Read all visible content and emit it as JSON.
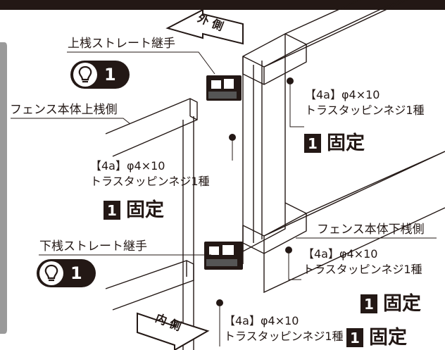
{
  "arrows": {
    "outside": "外 側",
    "inside": "内 側"
  },
  "labels": {
    "upper_joint": "上桟ストレート継手",
    "lower_joint": "下桟ストレート継手",
    "upper_rail": "フェンス本体上桟側",
    "lower_rail": "フェンス本体下桟側"
  },
  "tip_badges": [
    {
      "icon": "lightbulb-icon",
      "number": "1"
    },
    {
      "icon": "lightbulb-icon",
      "number": "1"
    }
  ],
  "screw_specs": [
    {
      "code": "【4a】φ4×10",
      "type": "トラスタッピンネジ1種",
      "fix_number": "1",
      "fix_label": "固定"
    },
    {
      "code": "【4a】φ4×10",
      "type": "トラスタッピンネジ1種",
      "fix_number": "1",
      "fix_label": "固定"
    },
    {
      "code": "【4a】φ4×10",
      "type": "トラスタッピンネジ1種",
      "fix_number": "1",
      "fix_label": "固定"
    },
    {
      "code": "【4a】φ4×10",
      "type": "トラスタッピンネジ1種",
      "fix_number": "1",
      "fix_label": "固定"
    }
  ],
  "colors": {
    "ink": "#231815",
    "sidebar": "#9a9a9a",
    "topbar": "#231815"
  }
}
